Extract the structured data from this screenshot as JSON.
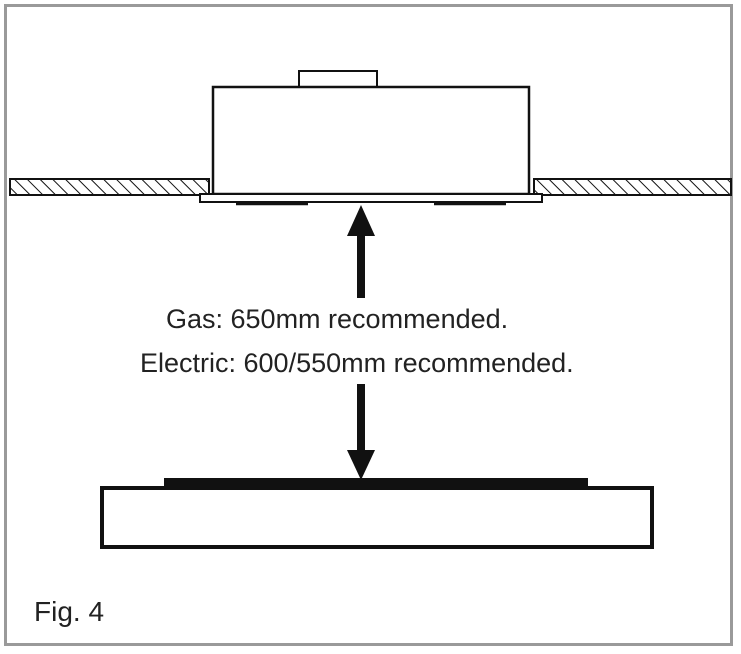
{
  "labels": {
    "gas": "Gas: 650mm recommended.",
    "electric": "Electric: 600/550mm recommended.",
    "figure": "Fig. 4"
  },
  "colors": {
    "line": "#111111",
    "frame": "#9a9a9a",
    "text": "#222222"
  }
}
